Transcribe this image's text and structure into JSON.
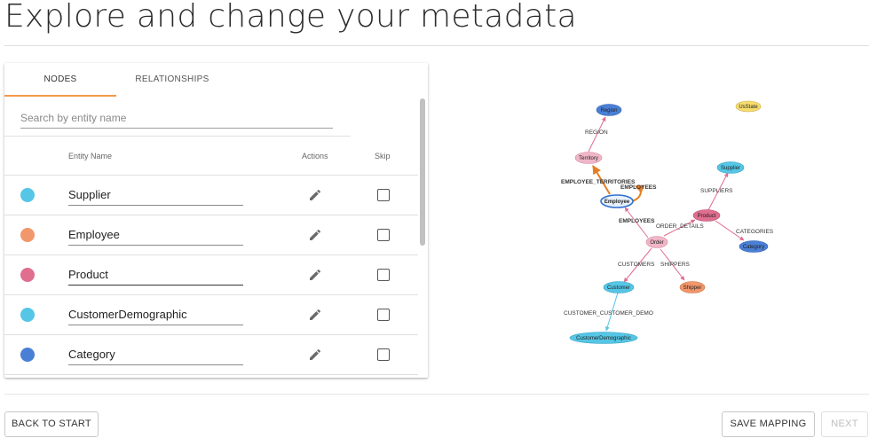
{
  "page": {
    "title": "Explore and change your metadata"
  },
  "tabs": {
    "nodes": "NODES",
    "relationships": "RELATIONSHIPS"
  },
  "search": {
    "placeholder": "Search by entity name",
    "value": ""
  },
  "table": {
    "headers": {
      "name": "Entity Name",
      "actions": "Actions",
      "skip": "Skip"
    },
    "rows": [
      {
        "name": "Supplier",
        "color": "#55c6e6",
        "skip": false
      },
      {
        "name": "Employee",
        "color": "#f2976b",
        "skip": false
      },
      {
        "name": "Product",
        "color": "#df6e8f",
        "skip": false
      },
      {
        "name": "CustomerDemographic",
        "color": "#55c6e6",
        "skip": false
      },
      {
        "name": "Category",
        "color": "#4a7fd6",
        "skip": false
      }
    ]
  },
  "graph": {
    "nodes": {
      "region": "Region",
      "usstate": "UsState",
      "territory": "Territory",
      "supplier": "Supplier",
      "employee": "Employee",
      "product": "Product",
      "category": "Category",
      "order": "Order",
      "customer": "Customer",
      "shipper": "Shipper",
      "customerdemographic": "CustomerDemographic"
    },
    "edges": {
      "region": "REGION",
      "employee_territories": "EMPLOYEE_TERRITORIES",
      "employees_self": "EMPLOYEES",
      "employees_order": "EMPLOYEES",
      "suppliers": "SUPPLIERS",
      "order_details": "ORDER_DETAILS",
      "categories": "CATEGORIES",
      "customers": "CUSTOMERS",
      "shippers": "SHIPPERS",
      "customer_customer_demo": "CUSTOMER_CUSTOMER_DEMO"
    },
    "colors": {
      "blue_dark": "#4a7fd6",
      "blue_light": "#55c6e6",
      "pink": "#f0b6c8",
      "magenta": "#df6e8f",
      "orange": "#f2976b",
      "yellow": "#f7dc6f",
      "edge_orange": "#e67e22"
    }
  },
  "buttons": {
    "back": "BACK TO START",
    "save": "SAVE MAPPING",
    "next": "NEXT"
  }
}
